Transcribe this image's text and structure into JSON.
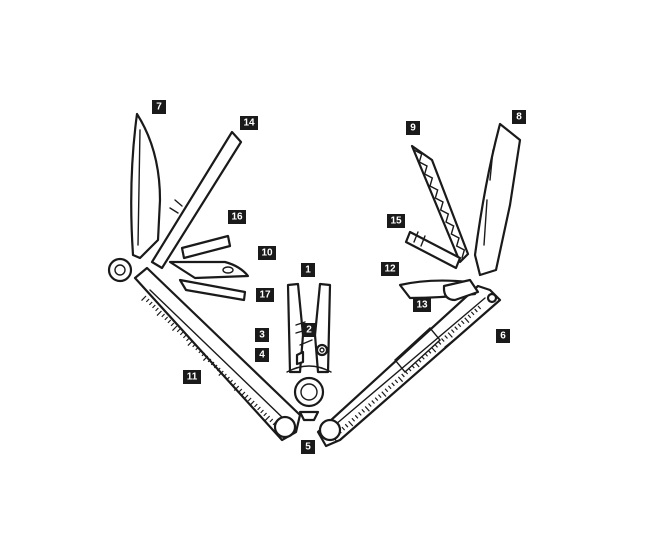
{
  "colors": {
    "line": "#1a1a1a",
    "background": "#ffffff",
    "callout_fill": "#1a1a1a",
    "callout_text": "#ffffff"
  },
  "callouts": {
    "c1": "1",
    "c2": "2",
    "c3": "3",
    "c4": "4",
    "c5": "5",
    "c6": "6",
    "c7": "7",
    "c8": "8",
    "c9": "9",
    "c10": "10",
    "c11": "11",
    "c12": "12",
    "c13": "13",
    "c14": "14",
    "c15": "15",
    "c16": "16",
    "c17": "17"
  }
}
